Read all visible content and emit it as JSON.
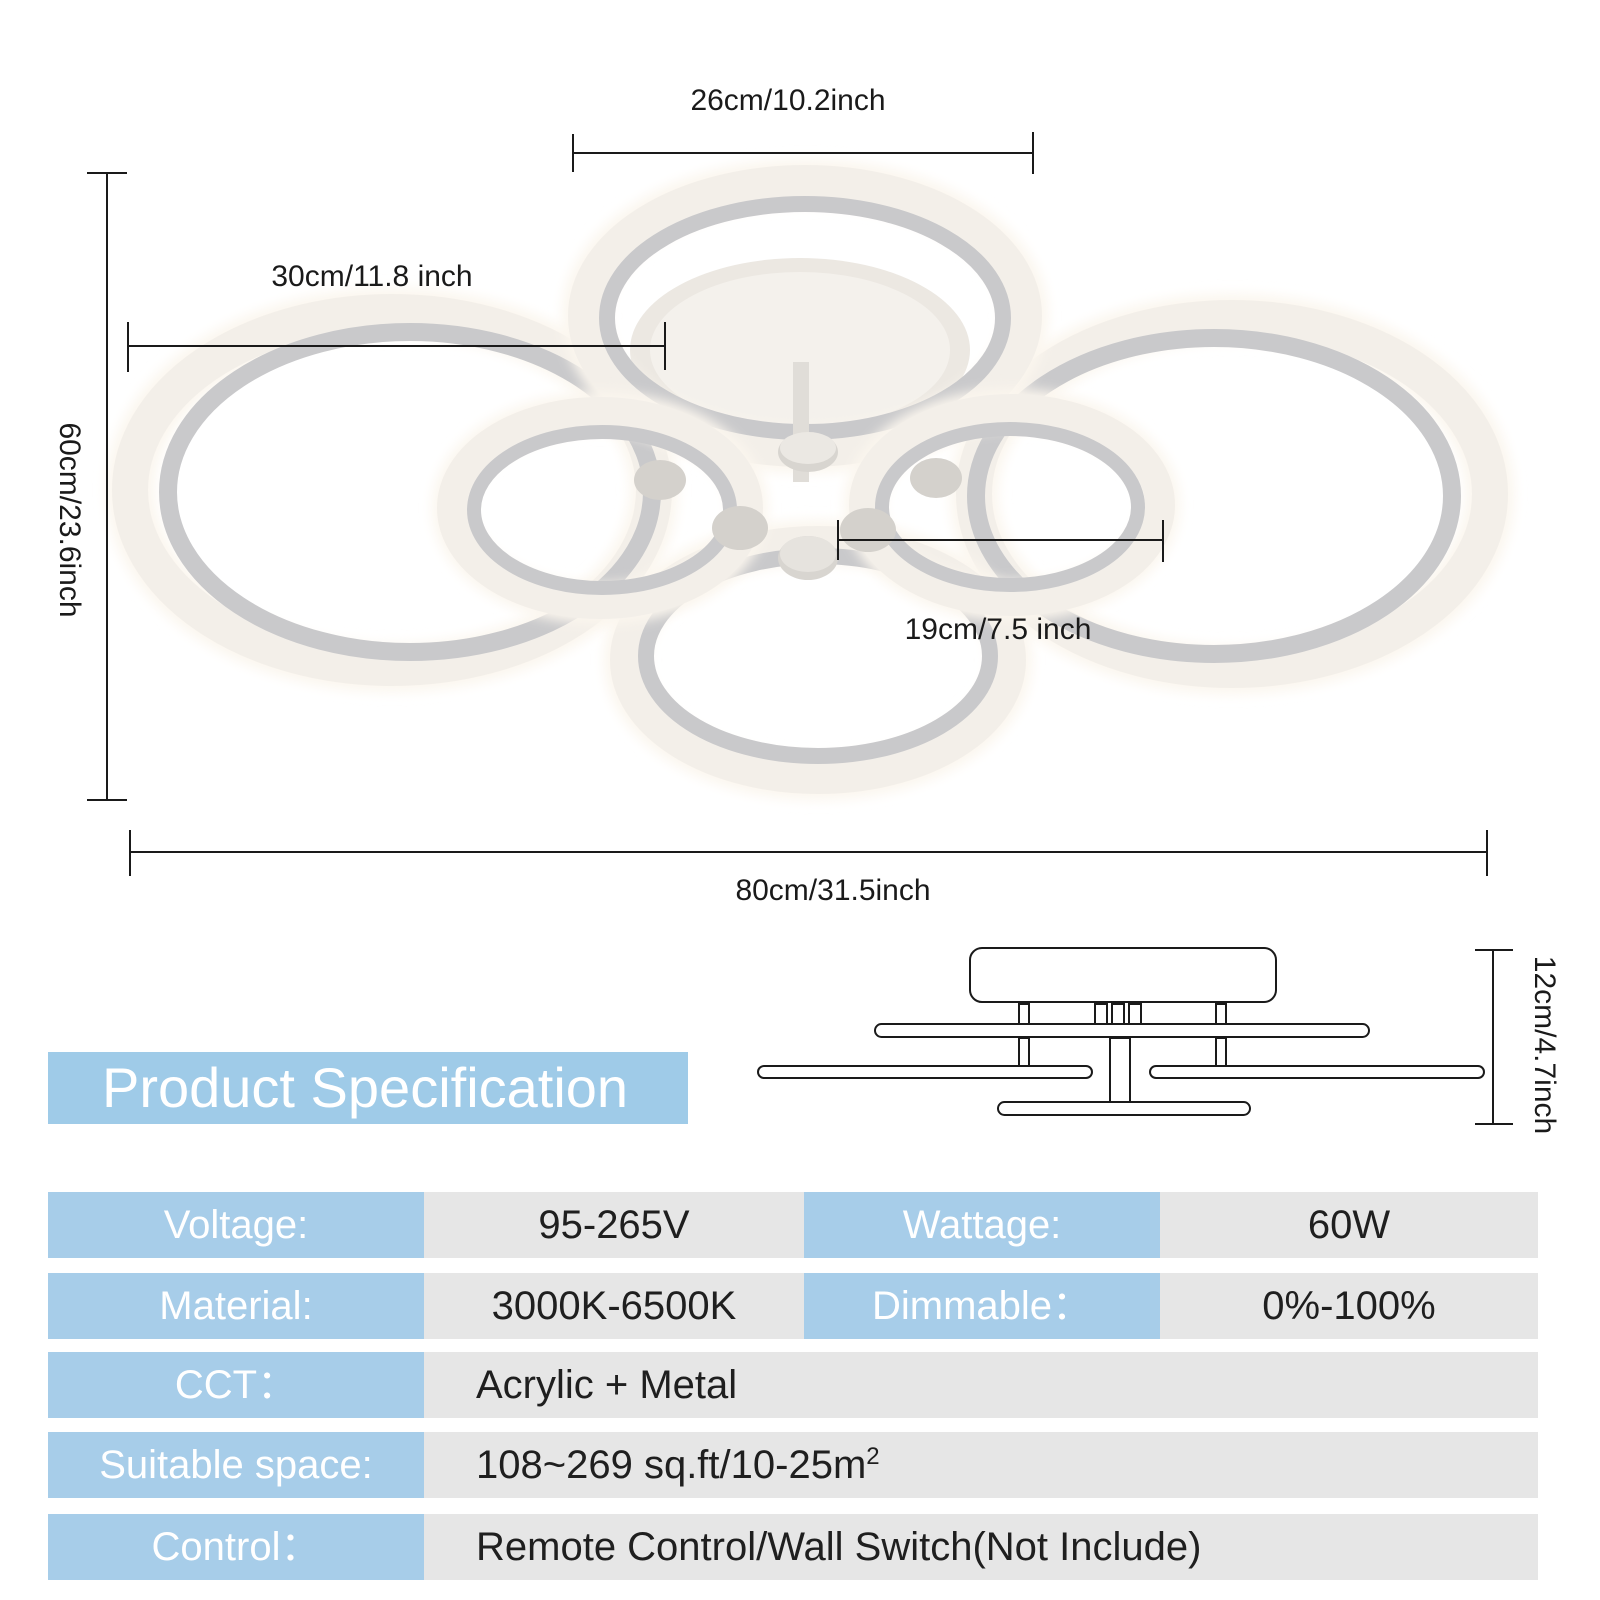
{
  "dimensions": {
    "top_ring_width": "26cm/10.2inch",
    "large_ring_width": "30cm/11.8 inch",
    "height": "60cm/23.6inch",
    "small_ring_width": "19cm/7.5 inch",
    "total_width": "80cm/31.5inch",
    "depth": "12cm/4.7inch"
  },
  "spec": {
    "title": "Product Specification",
    "rows": [
      {
        "label": "Voltage:",
        "value": "95-265V",
        "label2": "Wattage:",
        "value2": "60W"
      },
      {
        "label": "Material:",
        "value": "3000K-6500K",
        "label2": "Dimmable：",
        "value2": "0%-100%"
      },
      {
        "label": "CCT：",
        "value": "Acrylic + Metal"
      },
      {
        "label": "Suitable space:",
        "value": "108~269 sq.ft/10-25m",
        "value_sup": "2"
      },
      {
        "label": "Control：",
        "value": "Remote Control/Wall Switch(Not Include)"
      }
    ]
  },
  "colors": {
    "label_bg": "#a7cde9",
    "value_bg": "#e6e6e6",
    "title_bg": "#9fcbe8"
  }
}
